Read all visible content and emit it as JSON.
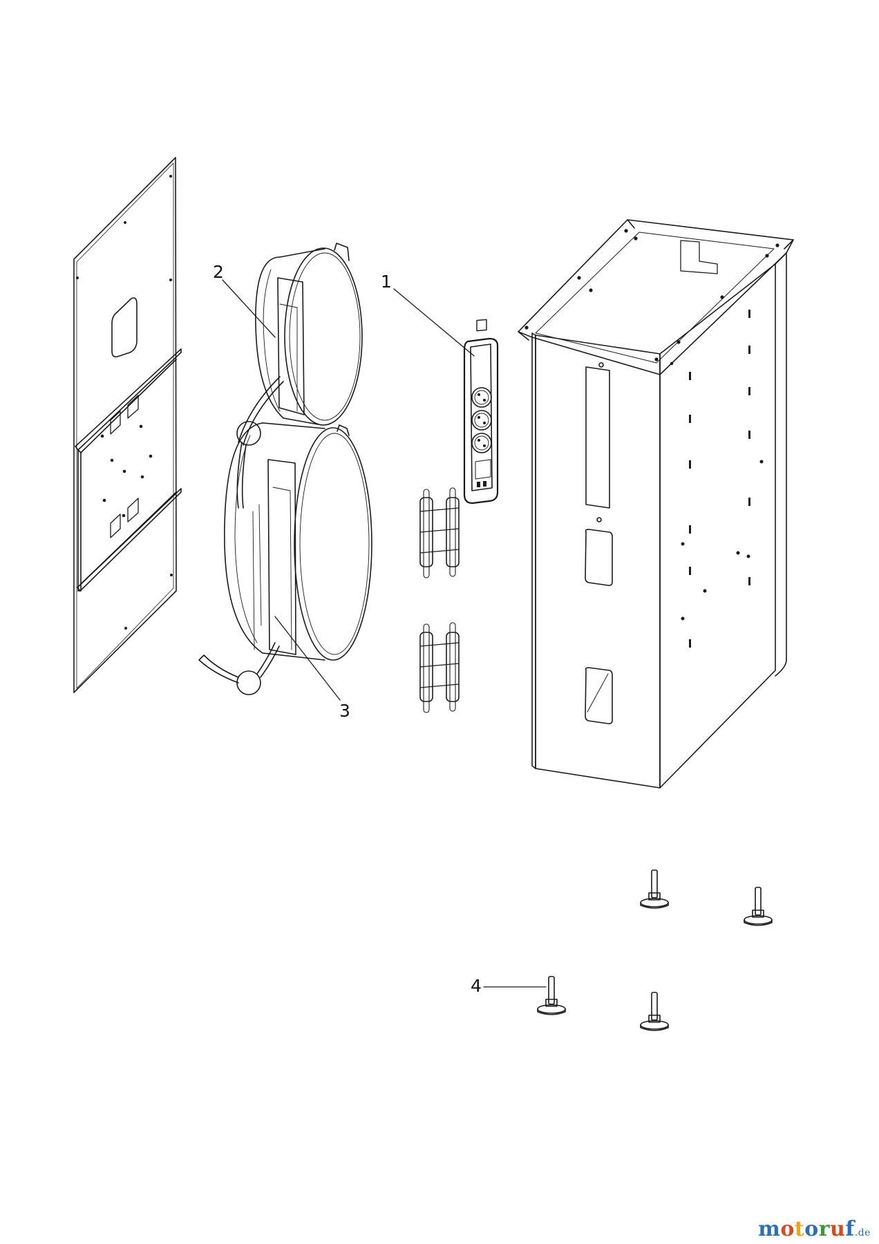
{
  "callouts": [
    {
      "id": "c1",
      "label": "1"
    },
    {
      "id": "c2",
      "label": "2"
    },
    {
      "id": "c3",
      "label": "3"
    },
    {
      "id": "c4",
      "label": "4"
    }
  ],
  "watermark": {
    "letters": [
      {
        "ch": "m",
        "color": "#2a6fba"
      },
      {
        "ch": "o",
        "color": "#d94a1e"
      },
      {
        "ch": "t",
        "color": "#f2a516"
      },
      {
        "ch": "o",
        "color": "#2a6fba"
      },
      {
        "ch": "r",
        "color": "#3a9a3a"
      },
      {
        "ch": "u",
        "color": "#d94a1e"
      },
      {
        "ch": "f",
        "color": "#2a6fba"
      }
    ],
    "suffix": ".de"
  },
  "colors": {
    "line": "#1a1a1a",
    "background": "#ffffff"
  }
}
